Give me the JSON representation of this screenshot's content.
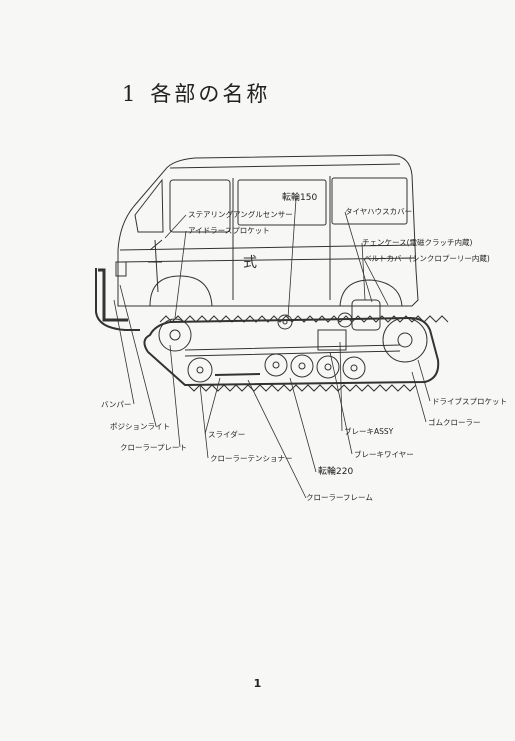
{
  "document": {
    "section_number": "1",
    "section_title": "各部の名称",
    "page_number": "1"
  },
  "diagram": {
    "vehicle_text": "式",
    "labels": {
      "steering_sensor": "ステアリングアングルセンサー",
      "idler_sprocket": "アイドラースプロケット",
      "wheel_150": "転輪150",
      "tire_house_cover": "タイヤハウスカバー",
      "chain_case": "チェンケース(電磁クラッチ内蔵)",
      "belt_cover": "ベルトカバー(シンクロプーリー内蔵)",
      "bumper": "バンパー",
      "position_light": "ポジションライト",
      "crawler_plate": "クローラープレート",
      "slider": "スライダー",
      "crawler_tensioner": "クローラーテンショナー",
      "wheel_220": "転輪220",
      "crawler_frame": "クローラーフレーム",
      "brake_assy": "ブレーキASSY",
      "brake_wire": "ブレーキワイヤー",
      "rubber_crawler": "ゴムクローラー",
      "drive_sprocket": "ドライブスプロケット"
    }
  }
}
